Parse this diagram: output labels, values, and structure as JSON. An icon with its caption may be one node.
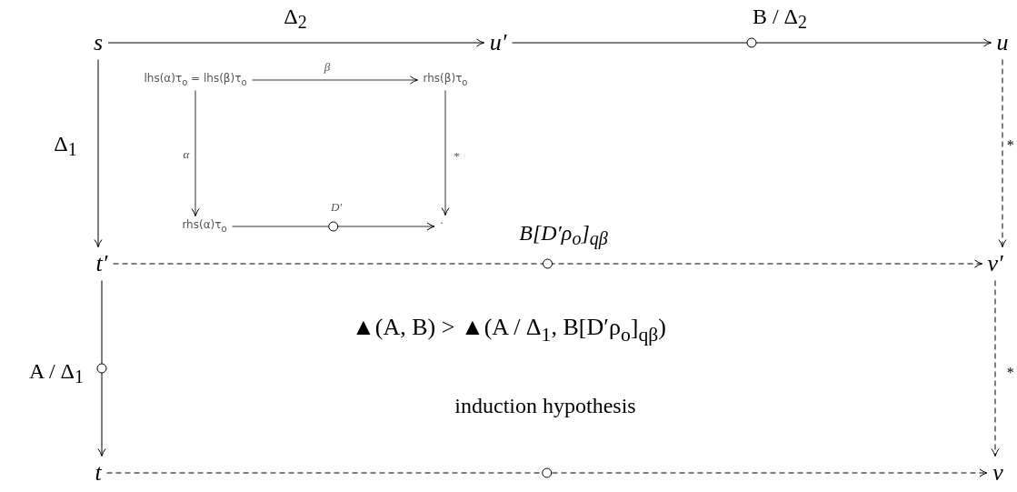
{
  "diagram": {
    "nodes": [
      {
        "text": [
          "s"
        ]
      },
      {
        "text": [
          "u′"
        ]
      },
      {
        "text": [
          "u"
        ]
      },
      {
        "text": [
          "lhs(α)τ$_{o}$ = lhs(β)τ$_{o}$"
        ]
      },
      {
        "text": [
          "rhs(β)τ$_{o}$"
        ]
      },
      {
        "text": [
          "rhs(α)τ$_{o}$"
        ]
      },
      {
        "text": [
          "·"
        ]
      },
      {
        "text": [
          "t′"
        ]
      },
      {
        "text": [
          "v′"
        ]
      },
      {
        "text": [
          "t"
        ]
      },
      {
        "text": [
          "v"
        ]
      }
    ],
    "edges": [
      {
        "from": 0,
        "to": 1,
        "arrow": "to",
        "label": "Δ$_{2}$"
      },
      {
        "from": 1,
        "to": 2,
        "arrow": "to",
        "label": "B / Δ$_{2}$"
      },
      {
        "from": 0,
        "to": 7,
        "arrow": "to",
        "label": "Δ$_{1}$"
      },
      {
        "from": 2,
        "to": 8,
        "arrow": "to",
        "label": "*",
        "style": "dashed"
      },
      {
        "from": 3,
        "to": 4,
        "arrow": "to",
        "label": "β"
      },
      {
        "from": 3,
        "to": 5,
        "arrow": "to",
        "label": "α"
      },
      {
        "from": 4,
        "to": 6,
        "arrow": "to",
        "label": "*"
      },
      {
        "from": 5,
        "to": 6,
        "arrow": "to",
        "label": "D′"
      },
      {
        "from": 7,
        "to": 8,
        "arrow": "to",
        "label": "B[D′ρ$_{o}$]$_{qβ}$",
        "style": "dashed"
      },
      {
        "from": 7,
        "to": 9,
        "arrow": "to",
        "label": "A / Δ$_{1}$"
      },
      {
        "from": 8,
        "to": 10,
        "arrow": "to",
        "label": "*",
        "style": "dashed"
      },
      {
        "from": 9,
        "to": 10,
        "arrow": "to",
        "style": "dashed"
      }
    ],
    "labels": [
      "▲(A, B) > ▲(A / Δ$_{1}$, B[D′ρ$_{o}$]$_{qβ}$)",
      "induction hypothesis"
    ]
  }
}
